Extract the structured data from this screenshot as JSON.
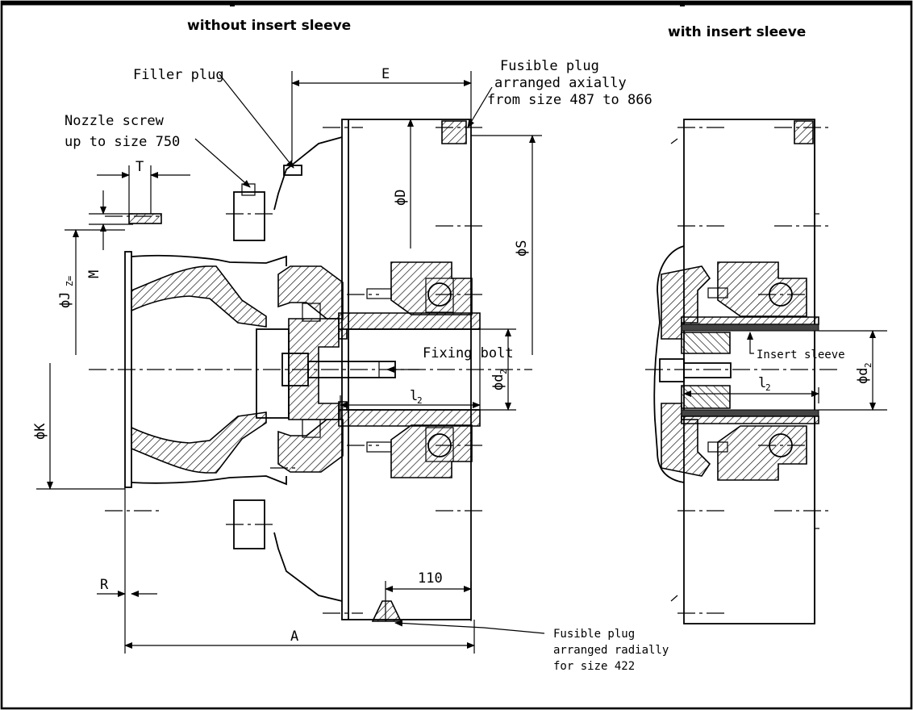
{
  "headers": {
    "left": "without insert sleeve",
    "right": "with insert sleeve"
  },
  "labels": {
    "filler_plug": "Filler plug",
    "fusible_axial_1": "Fusible plug",
    "fusible_axial_2": "arranged axially",
    "fusible_axial_3": "from size 487 to 866",
    "nozzle_1": "Nozzle screw",
    "nozzle_2": "up to size 750",
    "fixing_bolt": "Fixing bolt",
    "insert_sleeve": "Insert sleeve",
    "fusible_radial_1": "Fusible plug",
    "fusible_radial_2": "arranged radially",
    "fusible_radial_3": "for size 422"
  },
  "dimensions": {
    "E": "E",
    "T": "T",
    "D": "ϕD",
    "S": "ϕS",
    "M": "M",
    "Jz": "ϕJ",
    "Jz_sub": "Z=",
    "K": "ϕK",
    "d2": "ϕd",
    "d2_sub": "2",
    "l2": "l",
    "l2_sub": "2",
    "d2_right": "ϕd",
    "d2_right_sub": "2",
    "l2_right": "l",
    "l2_right_sub": "2",
    "dim_110": "110",
    "R": "R",
    "A": "A"
  }
}
